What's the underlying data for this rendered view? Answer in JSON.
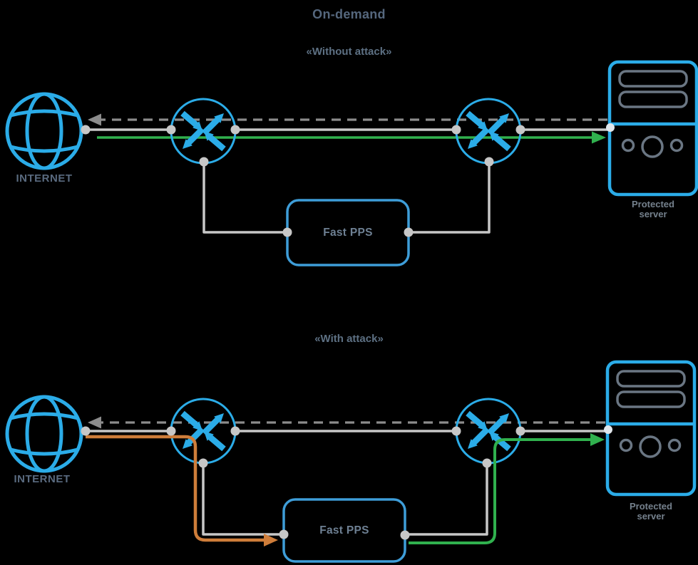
{
  "title": "On-demand",
  "palette": {
    "background": "#000000",
    "icon_blue": "#2BACE8",
    "appliance_border_blue": "#3E9DD8",
    "line_gray": "#C7C7C7",
    "dashed_gray": "#8C8C8C",
    "clean_traffic_green": "#30B14E",
    "attack_traffic_orange": "#CE7D3A",
    "heading_text": "#55677D",
    "label_text": "#5A6B80"
  },
  "sections": [
    {
      "subtitle": "«Without attack»",
      "internet_label": "INTERNET",
      "appliance_label": "Fast PPS",
      "server_label_line1": "Protected",
      "server_label_line2": "server"
    },
    {
      "subtitle": "«With attack»",
      "internet_label": "INTERNET",
      "appliance_label": "Fast PPS",
      "server_label_line1": "Protected",
      "server_label_line2": "server"
    }
  ]
}
